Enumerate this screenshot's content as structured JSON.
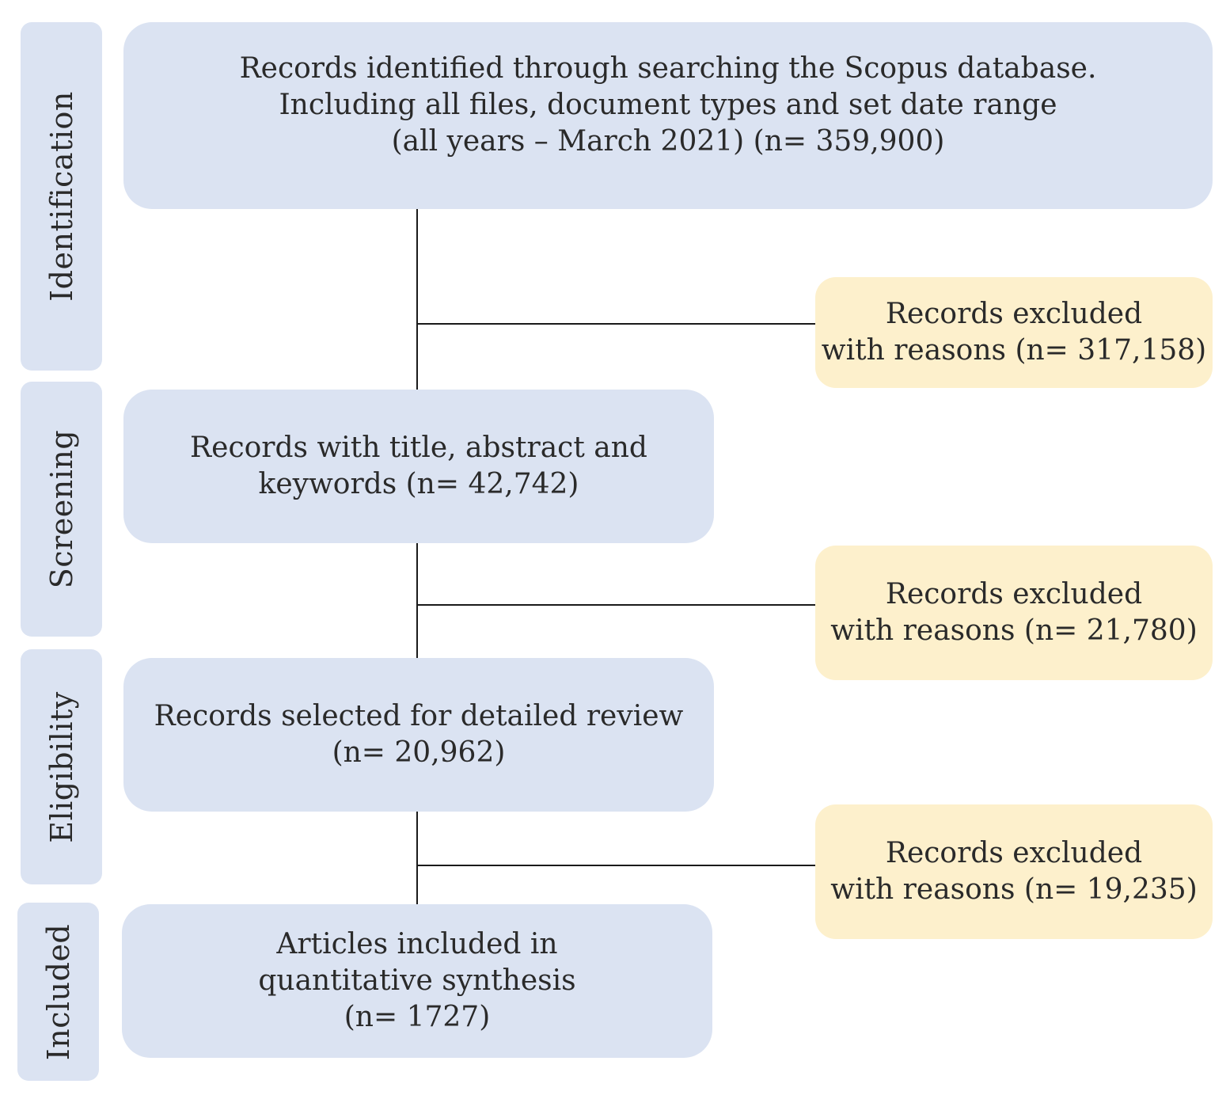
{
  "stages": {
    "identification": "Identification",
    "screening": "Screening",
    "eligibility": "Eligibility",
    "included": "Included"
  },
  "boxes": {
    "identified": {
      "line1": "Records identified through searching the Scopus database.",
      "line2": "Including all files, document types and set date range",
      "line3": "(all years – March 2021) (n= 359,900)"
    },
    "screened": {
      "line1": "Records with title, abstract and",
      "line2": "keywords (n= 42,742)"
    },
    "eligible": {
      "line1": "Records selected for detailed review",
      "line2": "(n= 20,962)"
    },
    "included": {
      "line1": "Articles included in",
      "line2": "quantitative synthesis",
      "line3": "(n= 1727)"
    },
    "excluded_1": {
      "line1": "Records excluded",
      "line2": "with reasons (n= 317,158)"
    },
    "excluded_2": {
      "line1": "Records excluded",
      "line2": "with reasons (n= 21,780)"
    },
    "excluded_3": {
      "line1": "Records excluded",
      "line2": "with reasons (n= 19,235)"
    }
  },
  "colors": {
    "stage_fill": "#dbe3f2",
    "main_box_fill": "#dbe3f2",
    "excluded_box_fill": "#fdf0cc",
    "connector": "#1a1a1a"
  }
}
